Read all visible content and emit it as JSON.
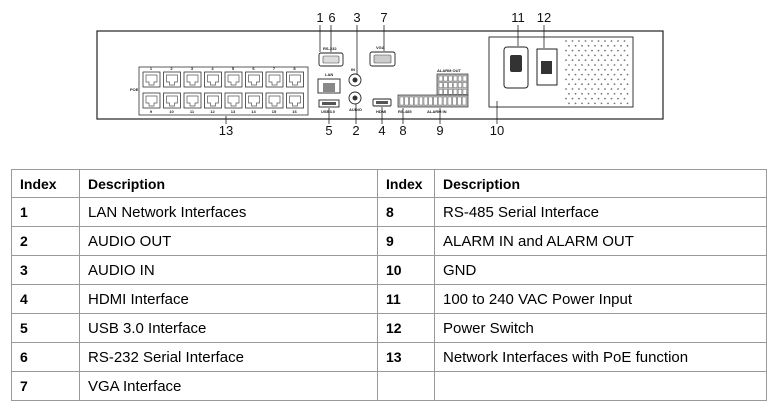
{
  "diagram": {
    "callouts": [
      {
        "label": "1"
      },
      {
        "label": "6"
      },
      {
        "label": "3"
      },
      {
        "label": "7"
      },
      {
        "label": "11"
      },
      {
        "label": "12"
      },
      {
        "label": "13"
      },
      {
        "label": "5"
      },
      {
        "label": "2"
      },
      {
        "label": "4"
      },
      {
        "label": "8"
      },
      {
        "label": "9"
      },
      {
        "label": "10"
      }
    ],
    "panel_labels": {
      "poe": "POE",
      "rs232": "RS-232",
      "lan": "LAN",
      "usb": "USB3.0",
      "audio_in": "IN",
      "audio_out": "AUDIO",
      "vga": "VGA",
      "hdmi": "HDMI",
      "rs485": "RS-485",
      "alarm_in": "ALARM IN",
      "alarm_out": "ALARM OUT"
    },
    "port_numbers_top": [
      "1",
      "2",
      "3",
      "4",
      "5",
      "6",
      "7",
      "8"
    ],
    "port_numbers_bottom": [
      "9",
      "10",
      "11",
      "12",
      "13",
      "14",
      "15",
      "16"
    ]
  },
  "table": {
    "headers": [
      "Index",
      "Description",
      "Index",
      "Description"
    ],
    "rows": [
      [
        "1",
        "LAN Network Interfaces",
        "8",
        "RS-485 Serial Interface"
      ],
      [
        "2",
        "AUDIO OUT",
        "9",
        "ALARM IN and ALARM OUT"
      ],
      [
        "3",
        "AUDIO IN",
        "10",
        "GND"
      ],
      [
        "4",
        "HDMI Interface",
        "11",
        "100 to 240 VAC Power Input"
      ],
      [
        "5",
        "USB 3.0 Interface",
        "12",
        "Power Switch"
      ],
      [
        "6",
        "RS-232 Serial Interface",
        "13",
        "Network Interfaces with PoE function"
      ],
      [
        "7",
        "VGA Interface",
        "",
        ""
      ]
    ]
  }
}
